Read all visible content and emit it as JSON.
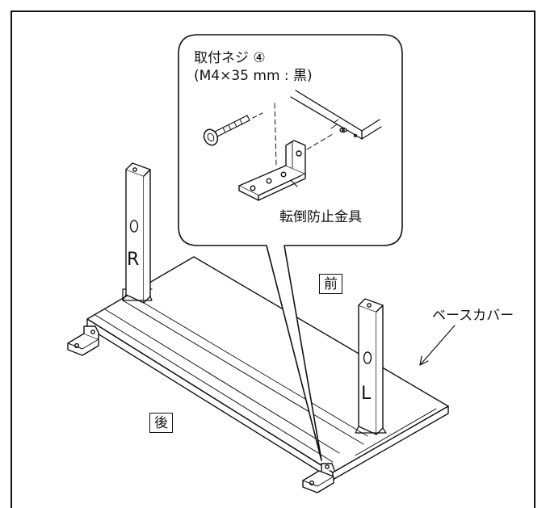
{
  "callout": {
    "screw_label_line1": "取付ネジ ④",
    "screw_label_line2": "(M4×35 mm : 黒)",
    "bracket_label": "転倒防止金具"
  },
  "labels": {
    "front": "前",
    "back": "後",
    "base_cover": "ベースカバー",
    "post_right_letter": "R",
    "post_left_letter": "L"
  }
}
